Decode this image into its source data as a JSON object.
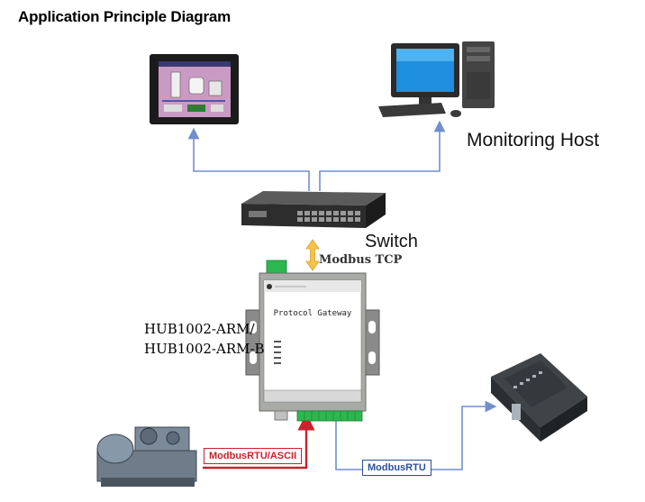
{
  "title": "Application Principle Diagram",
  "labels": {
    "monitoring_host": "Monitoring Host",
    "switch": "Switch",
    "modbus_tcp": "Modbus TCP",
    "device_model_1": "HUB1002-ARM/",
    "device_model_2": "HUB1002-ARM-B",
    "gateway_text": "Protocol Gateway",
    "modbus_rtu_ascii": "ModbusRTU/ASCII",
    "modbus_rtu": "ModbusRTU"
  },
  "colors": {
    "link_blue": "#6f8fcf",
    "serial_red": "#c8232c",
    "tcp_arrow": "#f3c34a",
    "terminal_green": "#2db84f"
  },
  "icons": [
    "hmi-panel-icon",
    "desktop-computer-icon",
    "network-switch-icon",
    "protocol-gateway-icon",
    "chiller-machine-icon",
    "plc-module-icon"
  ]
}
